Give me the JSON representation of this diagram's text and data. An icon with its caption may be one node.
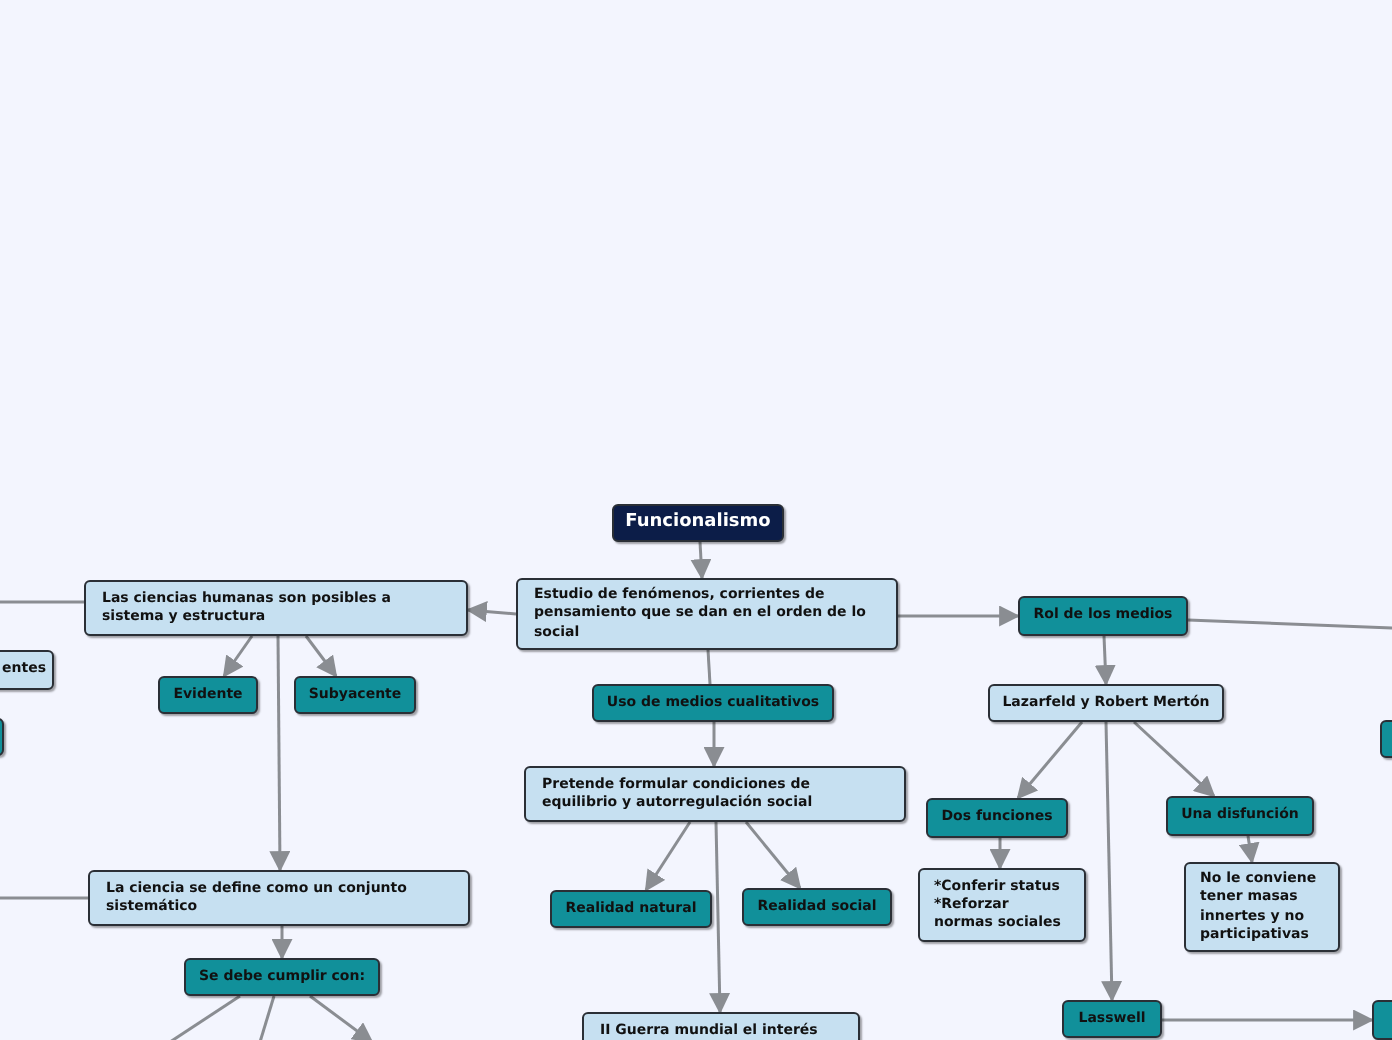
{
  "diagram": {
    "nodes": [
      {
        "text": [
          "Funcionalismo"
        ]
      },
      {
        "text": [
          "Estudio de fenómenos, corrientes de pensamiento que se dan en el orden de lo social"
        ]
      },
      {
        "text": [
          "Las ciencias  humanas son posibles a sistema y estructura"
        ]
      },
      {
        "text": [
          "entes"
        ]
      },
      {
        "text": [],
        "shape": "box"
      },
      {
        "text": [
          "Evidente"
        ]
      },
      {
        "text": [
          "Subyacente"
        ]
      },
      {
        "text": [
          "Uso de medios cualitativos"
        ]
      },
      {
        "text": [
          "Rol de los medios"
        ]
      },
      {
        "text": [
          "Lazarfeld y Robert Mertón"
        ]
      },
      {
        "text": [],
        "shape": "box"
      },
      {
        "text": [
          "Pretende formular condiciones de equilibrio y autorregulación social"
        ]
      },
      {
        "text": [
          "Dos funciones"
        ]
      },
      {
        "text": [
          "Una disfunción"
        ]
      },
      {
        "text": [
          "La ciencia se define como un conjunto sistemático"
        ]
      },
      {
        "text": [
          "Realidad natural"
        ]
      },
      {
        "text": [
          "Realidad social"
        ]
      },
      {
        "text": [
          "*Conferir status *Reforzar normas sociales"
        ]
      },
      {
        "text": [
          "No le conviene tener masas innertes y no participativas"
        ]
      },
      {
        "text": [
          "Se debe cumplir con:"
        ]
      },
      {
        "text": [
          "II Guerra mundial el interés"
        ]
      },
      {
        "text": [
          "Lasswell"
        ]
      },
      {
        "text": [],
        "shape": "box"
      }
    ],
    "edges": [
      {
        "from": 0,
        "to": 1,
        "arrow": "to"
      },
      {
        "from": 1,
        "to": 2,
        "arrow": "to"
      },
      {
        "from": 1,
        "to": 8,
        "arrow": "to"
      },
      {
        "from": 1,
        "to": 7,
        "arrow": "none"
      },
      {
        "from": 7,
        "to": 11,
        "arrow": "to"
      },
      {
        "from": 2,
        "to": null,
        "arrow": "none"
      },
      {
        "from": 2,
        "to": 5,
        "arrow": "to"
      },
      {
        "from": 2,
        "to": 6,
        "arrow": "to"
      },
      {
        "from": 2,
        "to": 14,
        "arrow": "to"
      },
      {
        "from": 14,
        "to": null,
        "arrow": "none"
      },
      {
        "from": 14,
        "to": 19,
        "arrow": "to"
      },
      {
        "from": 19,
        "to": null,
        "arrow": "none"
      },
      {
        "from": 19,
        "to": null,
        "arrow": "none"
      },
      {
        "from": 19,
        "to": null,
        "arrow": "to"
      },
      {
        "from": 11,
        "to": 15,
        "arrow": "to"
      },
      {
        "from": 11,
        "to": 16,
        "arrow": "to"
      },
      {
        "from": 11,
        "to": 20,
        "arrow": "to"
      },
      {
        "from": 8,
        "to": null,
        "arrow": "none"
      },
      {
        "from": 8,
        "to": 9,
        "arrow": "to"
      },
      {
        "from": 9,
        "to": 12,
        "arrow": "to"
      },
      {
        "from": 9,
        "to": 13,
        "arrow": "to"
      },
      {
        "from": 9,
        "to": 21,
        "arrow": "to"
      },
      {
        "from": 12,
        "to": 17,
        "arrow": "to"
      },
      {
        "from": 13,
        "to": 18,
        "arrow": "to"
      },
      {
        "from": 21,
        "to": 22,
        "arrow": "to"
      }
    ]
  }
}
